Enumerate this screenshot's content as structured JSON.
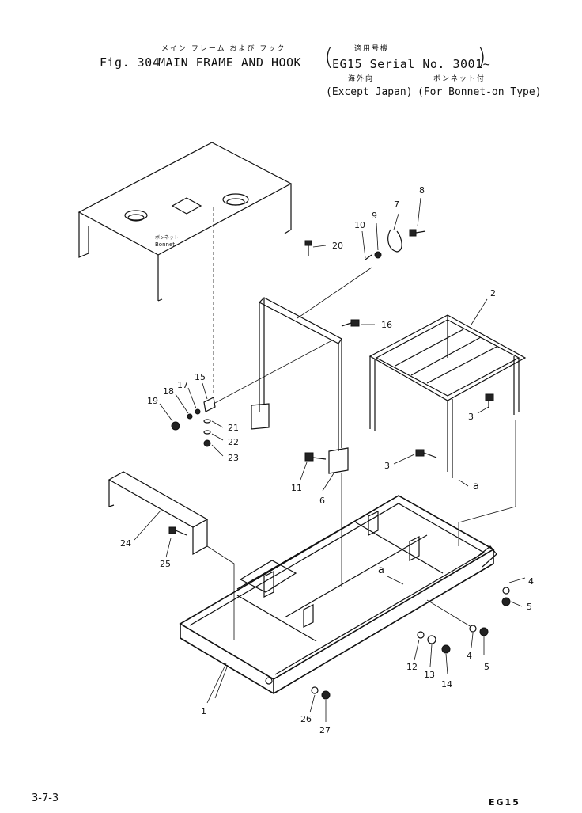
{
  "header": {
    "fig_label": "Fig. 304",
    "title_jp": "メイン フレーム および フック",
    "title": "MAIN FRAME AND HOOK",
    "applic_jp": "適用号機",
    "serial": "EG15 Serial No. 3001∼",
    "except_jp": "海外向",
    "except": "(Except Japan)",
    "bonnet_jp": "ボンネット付",
    "bonnet_type": "(For Bonnet-on Type)"
  },
  "footer": {
    "page_ref": "3-7-3",
    "model": "EG15"
  },
  "diagram": {
    "bonnet_jp": "ボンネット",
    "bonnet_label": "Bonnet",
    "callouts": [
      "1",
      "2",
      "3",
      "3",
      "4",
      "4",
      "5",
      "5",
      "6",
      "7",
      "8",
      "9",
      "10",
      "11",
      "12",
      "13",
      "14",
      "15",
      "16",
      "17",
      "18",
      "19",
      "20",
      "21",
      "22",
      "23",
      "24",
      "25",
      "26",
      "27"
    ],
    "section_marker": "a"
  }
}
